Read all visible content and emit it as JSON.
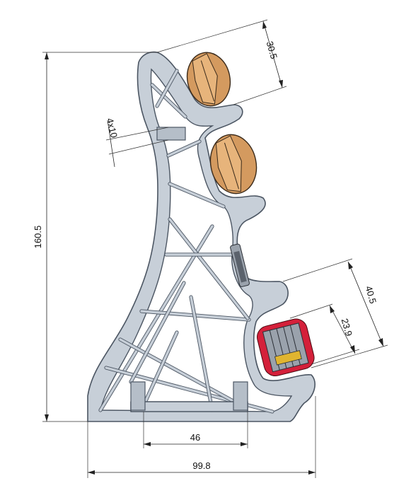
{
  "dimensions": {
    "overall_height": "160.5",
    "overall_width": "99.8",
    "base_slot_width": "46",
    "top_nut_size": "30.5",
    "screw_spec": "4x10",
    "side_width_outer": "40.5",
    "side_width_inner": "23.9"
  },
  "colors": {
    "frame": "#c7cfd8",
    "frame_outline": "#4c5663",
    "nut": "#d49a5f",
    "accent_red": "#d4203a"
  }
}
